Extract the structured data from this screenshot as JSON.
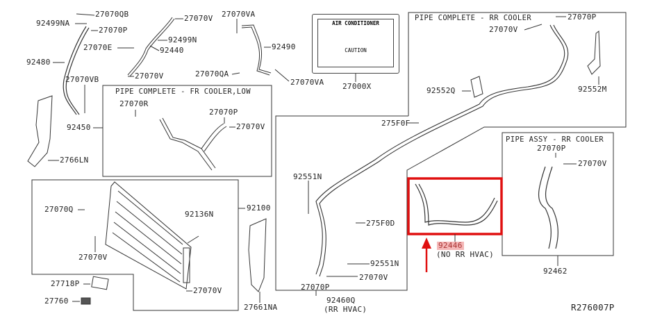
{
  "diagram_id": "R276007P",
  "colors": {
    "highlight_box": "#e01010",
    "arrow": "#e01010",
    "label_highlight": "#f4b7b7",
    "line": "#333333"
  },
  "groups": {
    "fr_cooler": {
      "title": "PIPE COMPLETE - FR COOLER,LOW"
    },
    "rr_cooler": {
      "title": "PIPE COMPLETE - RR COOLER"
    },
    "rr_assy": {
      "title": "PIPE ASSY - RR COOLER"
    }
  },
  "ac_label": {
    "title": "AIR CONDITIONER",
    "caution": "CAUTION",
    "part": "27000X"
  },
  "callouts": {
    "c01": "27070QB",
    "c02": "92499NA",
    "c03": "27070P",
    "c04": "27070E",
    "c05": "92480",
    "c06": "27070VB",
    "c07": "92450",
    "c08": "2766LN",
    "c09": "27070V",
    "c10": "92499N",
    "c11": "92440",
    "c12": "27070V",
    "c13": "27070VA",
    "c14": "92490",
    "c15": "27070QA",
    "c16": "27070VA",
    "c17": "27070R",
    "c18": "27070P",
    "c19": "27070V",
    "c20": "27070P",
    "c21": "27070V",
    "c22": "92552Q",
    "c23": "92552M",
    "c24": "275F0F",
    "c25": "27070P",
    "c26": "27070V",
    "c27": "92462",
    "c28": "92551N",
    "c29": "275F0D",
    "c30": "92551N",
    "c31": "27070V",
    "c32": "27070P",
    "c33": "92460Q",
    "c34": "(RR HVAC)",
    "c35": "92446",
    "c36": "(NO RR HVAC)",
    "c37": "92100",
    "c38": "92136N",
    "c39": "27070Q",
    "c40": "27070V",
    "c41": "27070V",
    "c42": "27718P",
    "c43": "27760",
    "c44": "27661NA"
  }
}
